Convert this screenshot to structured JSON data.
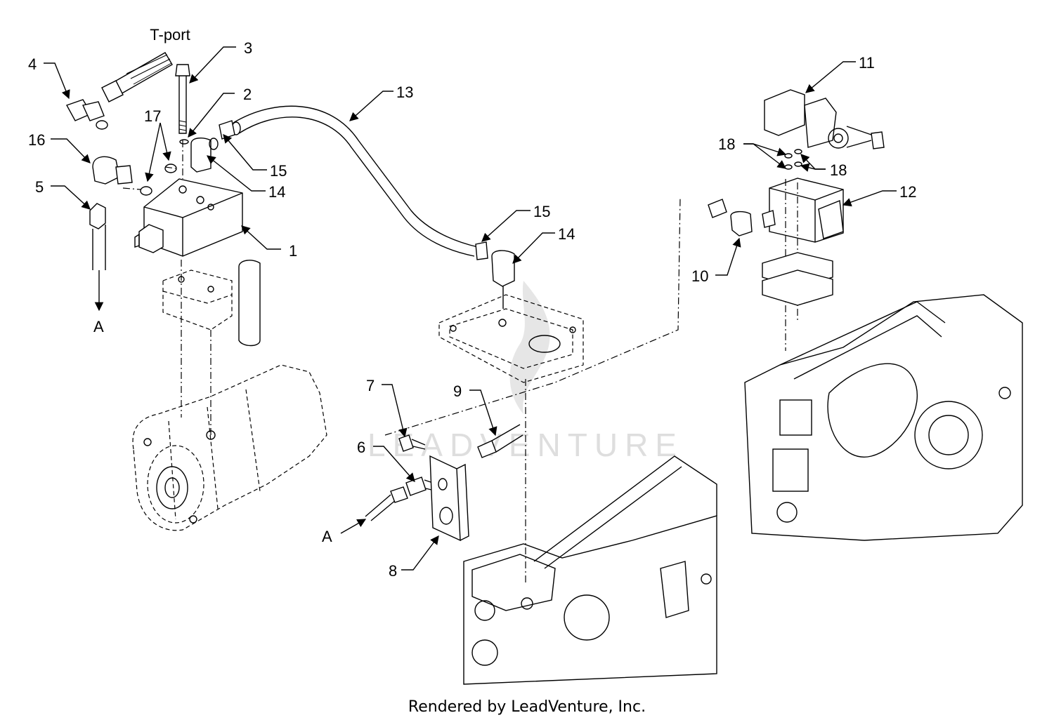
{
  "diagram": {
    "watermark": "LEADVENTURE",
    "footer": "Rendered by LeadVenture, Inc.",
    "port_label": "T-port",
    "callouts": {
      "c1": "1",
      "c2": "2",
      "c3": "3",
      "c4": "4",
      "c5": "5",
      "c6": "6",
      "c7": "7",
      "c8": "8",
      "c9": "9",
      "c10": "10",
      "c11": "11",
      "c12": "12",
      "c13": "13",
      "c14a": "14",
      "c14b": "14",
      "c15a": "15",
      "c15b": "15",
      "c16": "16",
      "c17": "17",
      "c18a": "18",
      "c18b": "18"
    },
    "flow_labels": {
      "a_top": "A",
      "a_bottom": "A"
    }
  }
}
